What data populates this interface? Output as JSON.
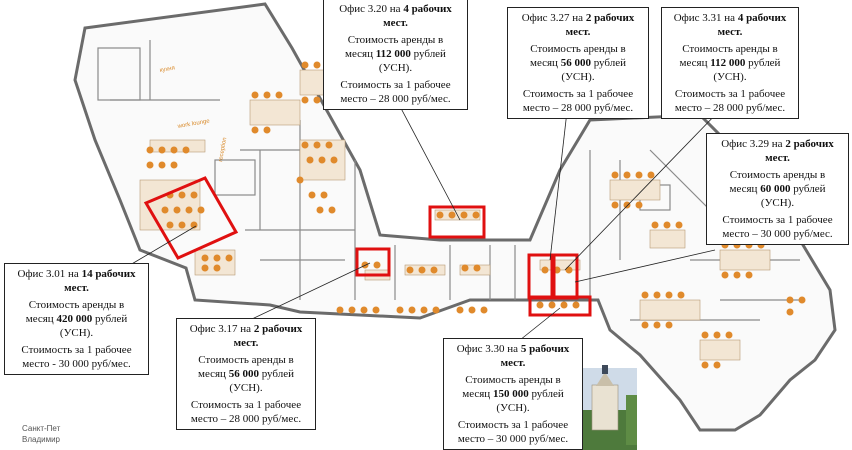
{
  "offices": [
    {
      "id": "3.01",
      "name_prefix": "Офис 3.01 на ",
      "seats": "14 рабочих мест.",
      "rent_line1": "Стоимость аренды в",
      "rent_line2_prefix": "месяц ",
      "rent_value": "420 000",
      "rent_suffix": " рублей",
      "tax": "(УСН).",
      "seat_price_line1": "Стоимость за 1 рабочее",
      "seat_price_line2": "место - 30 000 руб/мес."
    },
    {
      "id": "3.17",
      "name_prefix": "Офис 3.17 на ",
      "seats": "2 рабочих мест.",
      "rent_line1": "Стоимость аренды в",
      "rent_line2_prefix": "месяц ",
      "rent_value": "56 000",
      "rent_suffix": " рублей",
      "tax": "(УСН).",
      "seat_price_line1": "Стоимость за 1 рабочее",
      "seat_price_line2": "место – 28 000 руб/мес."
    },
    {
      "id": "3.20",
      "name_prefix": "Офис 3.20 на ",
      "seats": "4 рабочих мест.",
      "rent_line1": "Стоимость аренды в",
      "rent_line2_prefix": "месяц ",
      "rent_value": "112 000",
      "rent_suffix": " рублей",
      "tax": "(УСН).",
      "seat_price_line1": "Стоимость за 1 рабочее",
      "seat_price_line2": "место – 28 000 руб/мес."
    },
    {
      "id": "3.27",
      "name_prefix": "Офис 3.27 на ",
      "seats": "2 рабочих мест.",
      "rent_line1": "Стоимость аренды в",
      "rent_line2_prefix": "месяц ",
      "rent_value": "56 000",
      "rent_suffix": " рублей",
      "tax": "(УСН).",
      "seat_price_line1": "Стоимость за 1 рабочее",
      "seat_price_line2": "место – 28 000 руб/мес."
    },
    {
      "id": "3.31",
      "name_prefix": "Офис 3.31 на ",
      "seats": "4 рабочих мест.",
      "rent_line1": "Стоимость аренды в",
      "rent_line2_prefix": "месяц ",
      "rent_value": "112 000",
      "rent_suffix": " рублей",
      "tax": "(УСН).",
      "seat_price_line1": "Стоимость за 1 рабочее",
      "seat_price_line2": "место – 28 000 руб/мес."
    },
    {
      "id": "3.29",
      "name_prefix": "Офис 3.29 на ",
      "seats": "2 рабочих мест.",
      "rent_line1": "Стоимость аренды в",
      "rent_line2_prefix": "месяц ",
      "rent_value": "60 000",
      "rent_suffix": " рублей",
      "tax": "(УСН).",
      "seat_price_line1": "Стоимость за 1 рабочее",
      "seat_price_line2": "место – 30 000 руб/мес."
    },
    {
      "id": "3.30",
      "name_prefix": "Офис 3.30 на ",
      "seats": "5 рабочих мест.",
      "rent_line1": "Стоимость аренды в",
      "rent_line2_prefix": "месяц ",
      "rent_value": "150 000",
      "rent_suffix": " рублей",
      "tax": "(УСН).",
      "seat_price_line1": "Стоимость за 1 рабочее",
      "seat_price_line2": "место – 30 000 руб/мес."
    }
  ],
  "plan_labels": {
    "kitchen": "кухня",
    "lounge": "work lounge",
    "reception": "reception"
  },
  "footer": {
    "line1": "Санкт-Пет",
    "line2": "Владимир"
  },
  "colors": {
    "office_outline": "#e01010",
    "wall": "#6b6b6b",
    "seat": "#e08a2c",
    "table": "#f3e6d4",
    "accent": "#d98a2a"
  }
}
